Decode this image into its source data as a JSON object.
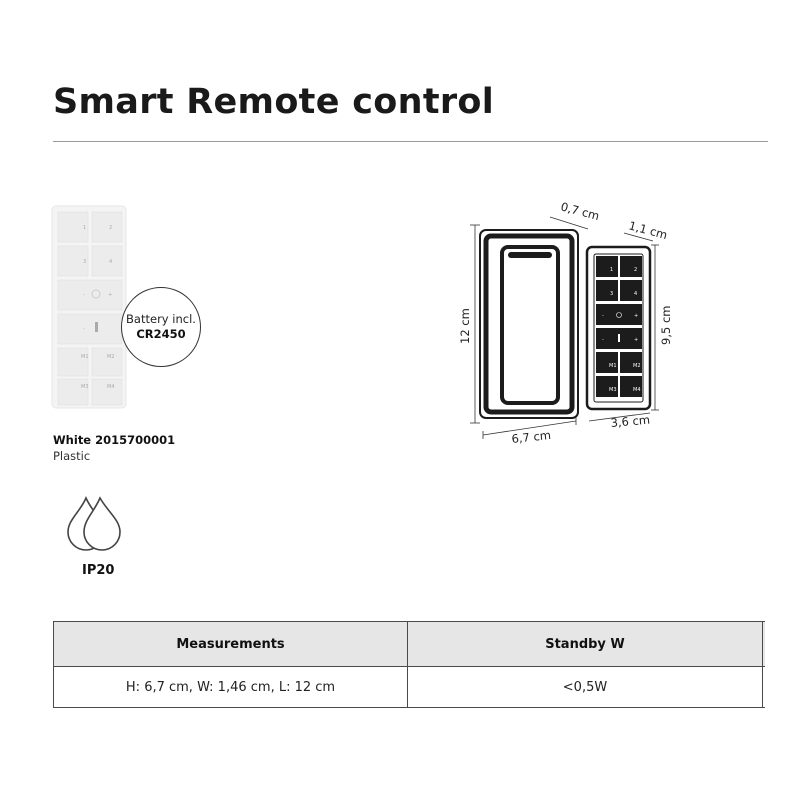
{
  "document": {
    "title": "Smart Remote control"
  },
  "battery": {
    "label": "Battery incl.",
    "value": "CR2450"
  },
  "variant": {
    "name": "White 2015700001",
    "material": "Plastic"
  },
  "rating": {
    "ip": "IP20",
    "icon": "water-drops-icon"
  },
  "remote_photo": {
    "buttons": [
      "1",
      "2",
      "3",
      "4",
      "M1",
      "M2",
      "M3",
      "M4"
    ]
  },
  "dimensions": {
    "frame_height": "12 cm",
    "frame_width": "6,7 cm",
    "frame_depth": "0,7 cm",
    "remote_depth": "1,1 cm",
    "remote_height": "9,5 cm",
    "remote_width": "3,6 cm",
    "remote_buttons": [
      "1",
      "2",
      "3",
      "4",
      "M1",
      "M2",
      "M3",
      "M4"
    ]
  },
  "spec_table": {
    "headers": [
      "Measurements",
      "Standby W"
    ],
    "rows": [
      [
        "H: 6,7 cm, W: 1,46 cm, L: 12 cm",
        "<0,5W"
      ]
    ]
  },
  "colors": {
    "text": "#1a1a1a",
    "rule": "#9a9a9a",
    "table_header": "#e6e6e6",
    "remote_dark": "#1c1c1c"
  }
}
